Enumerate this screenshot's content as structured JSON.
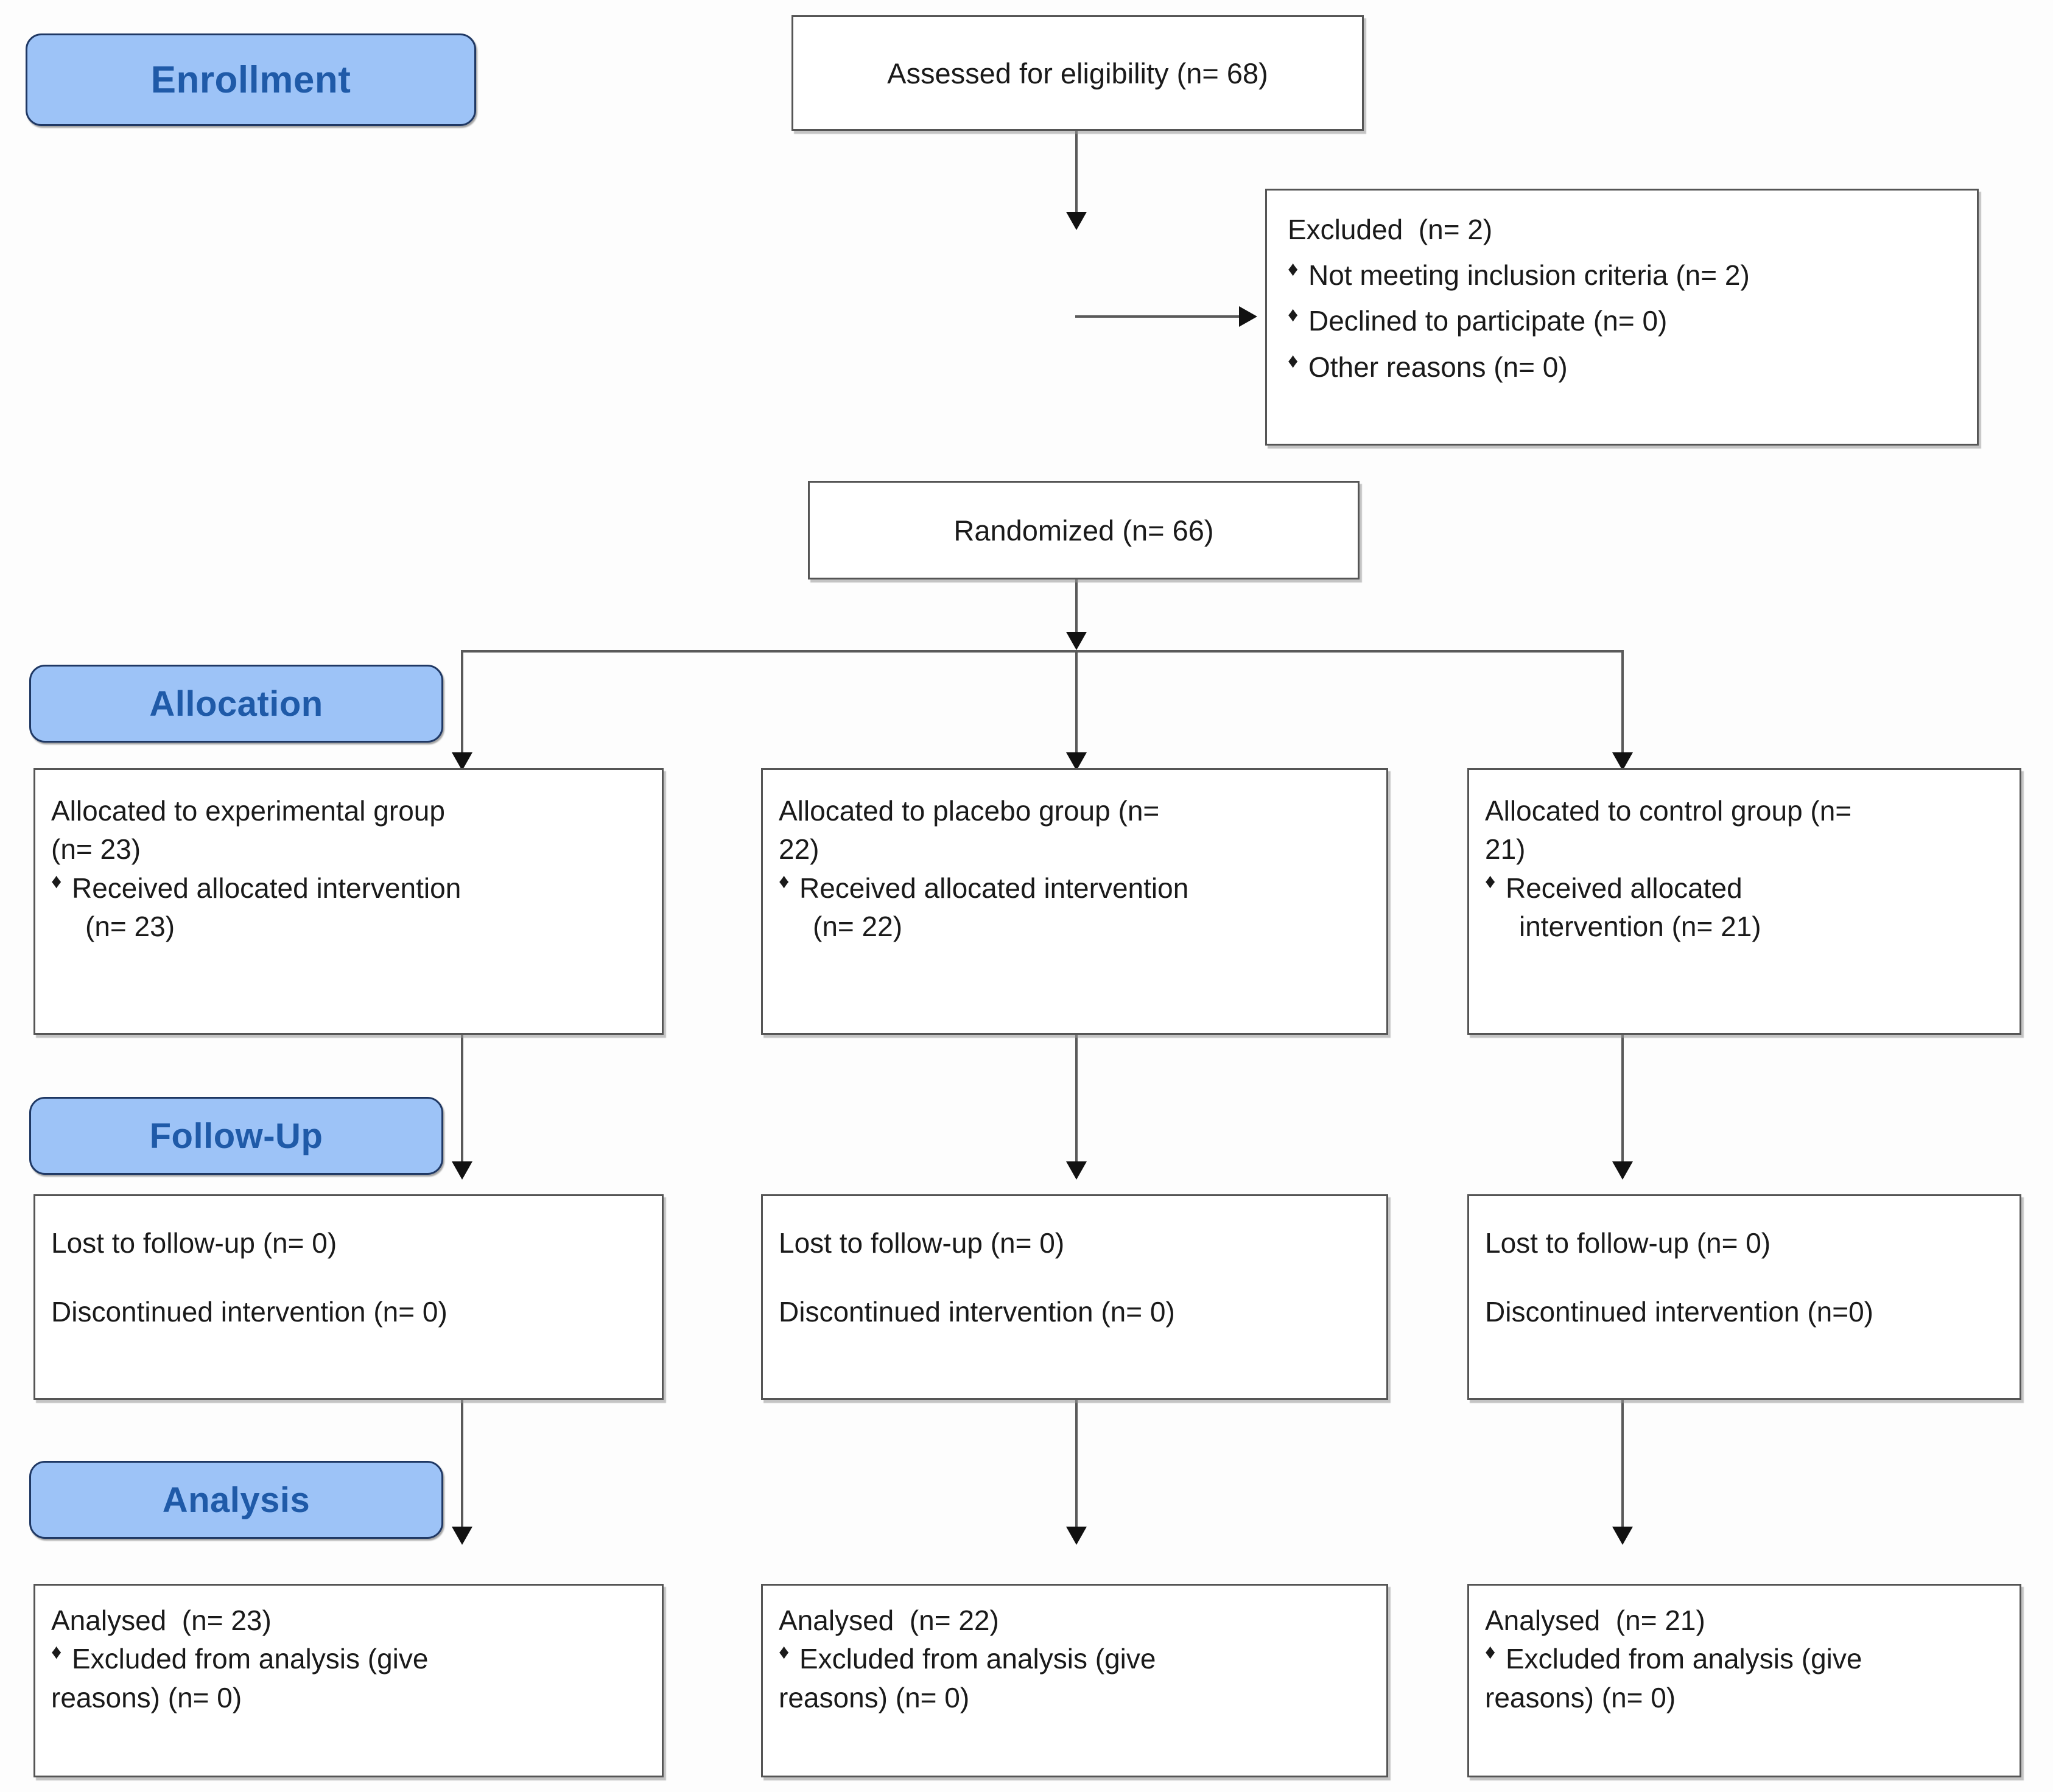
{
  "chart_data": {
    "type": "diagram",
    "title": "CONSORT participant flow diagram",
    "stages": [
      "Enrollment",
      "Allocation",
      "Follow-Up",
      "Analysis"
    ],
    "nodes": {
      "assessed": 68,
      "excluded_total": 2,
      "excluded_not_meeting": 2,
      "excluded_declined": 0,
      "excluded_other": 0,
      "randomized": 66,
      "experimental_allocated": 23,
      "experimental_received": 23,
      "placebo_allocated": 22,
      "placebo_received": 22,
      "control_allocated": 21,
      "control_received": 21,
      "experimental_lost": 0,
      "experimental_discontinued": 0,
      "placebo_lost": 0,
      "placebo_discontinued": 0,
      "control_lost": 0,
      "control_discontinued": 0,
      "experimental_analysed": 23,
      "placebo_analysed": 22,
      "control_analysed": 21,
      "experimental_excluded_analysis": 0,
      "placebo_excluded_analysis": 0,
      "control_excluded_analysis": 0
    }
  },
  "colors": {
    "badge_fill": "#9dc3f7",
    "badge_border": "#1f3864",
    "badge_text": "#1f5aa8",
    "box_border": "#555555",
    "connector": "#5a5a5a"
  },
  "stages": {
    "enrollment": "Enrollment",
    "allocation": "Allocation",
    "followup": "Follow-Up",
    "analysis": "Analysis"
  },
  "enrollment": {
    "assessed": "Assessed for eligibility (n= 68)",
    "excluded": {
      "title": "Excluded  (n= 2)",
      "items": [
        "Not meeting inclusion criteria (n= 2)",
        "Declined to participate (n= 0)",
        "Other reasons (n= 0)"
      ]
    },
    "randomized": "Randomized (n= 66)"
  },
  "allocation": {
    "experimental": {
      "line1": "Allocated to experimental group",
      "line2": "(n= 23)",
      "bullet": "Received allocated intervention",
      "bullet_cont": "(n= 23)"
    },
    "placebo": {
      "line1": "Allocated to placebo group (n=",
      "line2": "22)",
      "bullet": "Received allocated intervention",
      "bullet_cont": "(n= 22)"
    },
    "control": {
      "line1": "Allocated to control group (n=",
      "line2": "21)",
      "bullet": "Received allocated",
      "bullet_cont": "intervention (n= 21)"
    }
  },
  "followup": {
    "experimental": {
      "lost": "Lost to follow-up (n= 0)",
      "discontinued": "Discontinued intervention (n= 0)"
    },
    "placebo": {
      "lost": "Lost to follow-up (n= 0)",
      "discontinued": "Discontinued intervention (n= 0)"
    },
    "control": {
      "lost": "Lost to follow-up (n= 0)",
      "discontinued": "Discontinued intervention (n=0)"
    }
  },
  "analysis": {
    "experimental": {
      "analysed": "Analysed  (n= 23)",
      "bullet": "Excluded from analysis (give",
      "bullet_cont": "reasons) (n= 0)"
    },
    "placebo": {
      "analysed": "Analysed  (n= 22)",
      "bullet": "Excluded from analysis (give",
      "bullet_cont": "reasons) (n= 0)"
    },
    "control": {
      "analysed": "Analysed  (n= 21)",
      "bullet": "Excluded from analysis (give",
      "bullet_cont": "reasons) (n= 0)"
    }
  },
  "glyphs": {
    "diamond_bullet": "♦"
  }
}
